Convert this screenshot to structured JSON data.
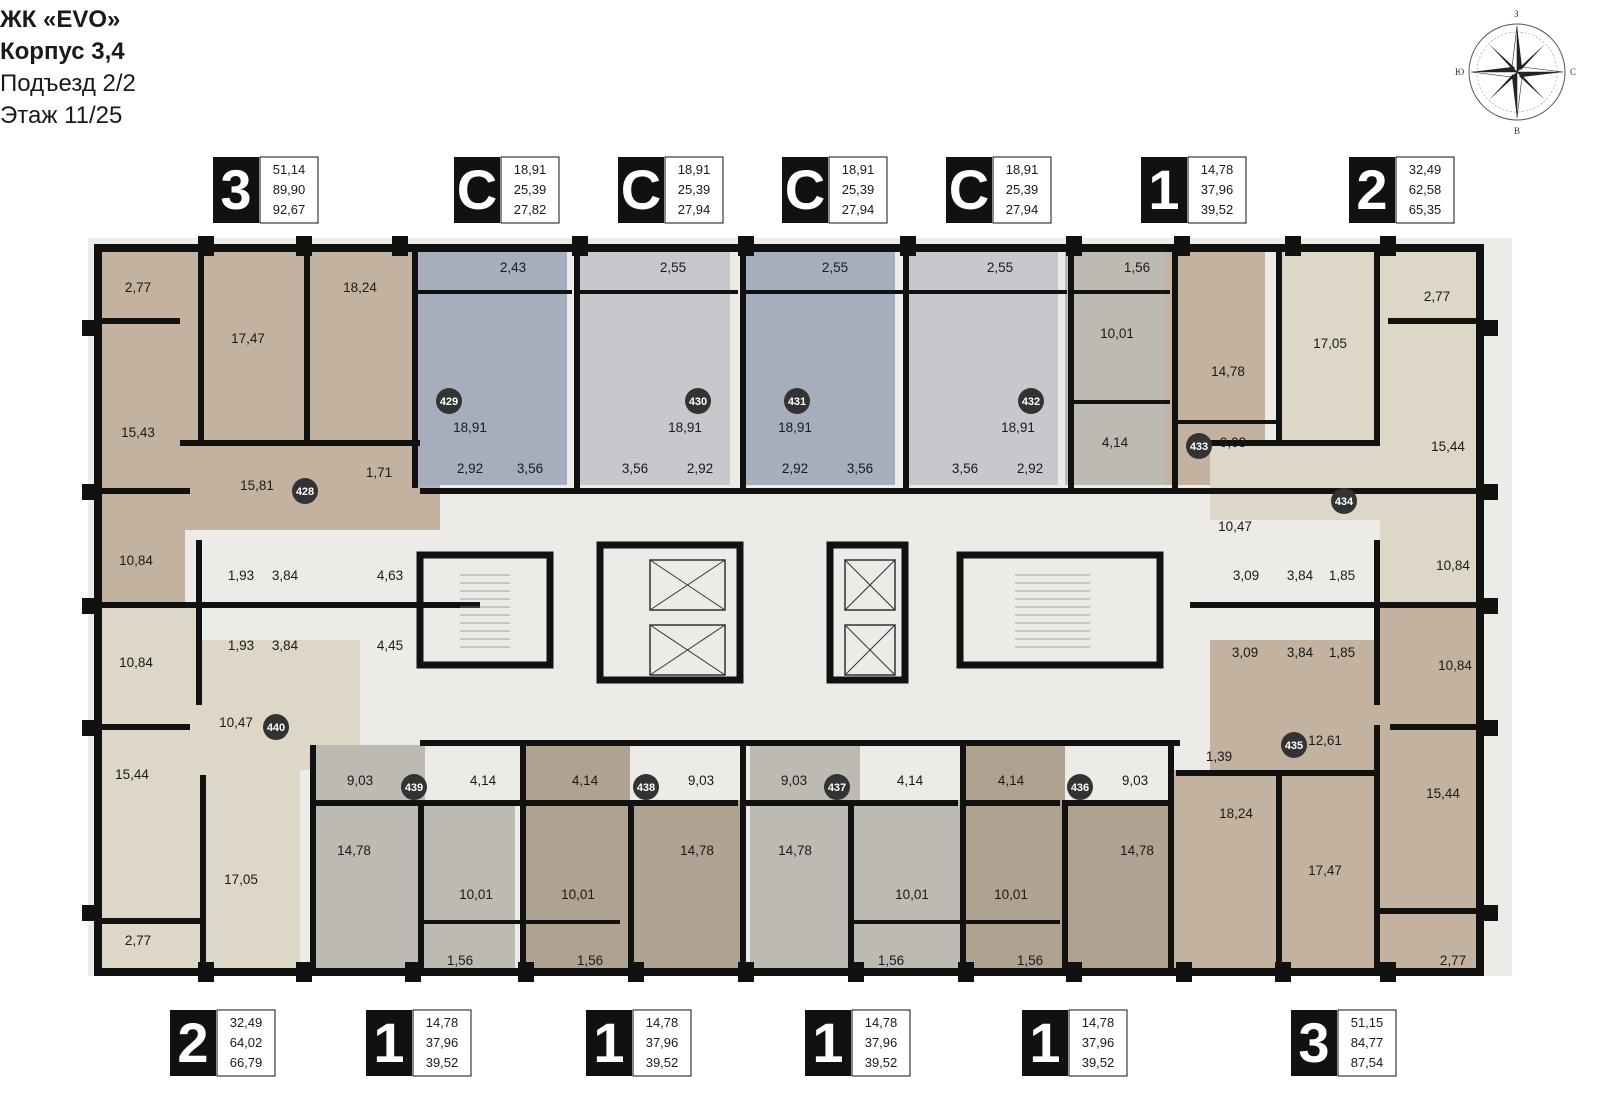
{
  "header": {
    "complex": "ЖК «EVO»",
    "building": "Корпус 3,4",
    "entrance": "Подъезд 2/2",
    "floor": "Этаж 11/25"
  },
  "compass": {
    "n": "З",
    "e": "С",
    "s": "В",
    "w": "Ю"
  },
  "colors": {
    "wall": "#111111",
    "studio_blue": "#a6adbd",
    "studio_light": "#c7c8cc",
    "brown": "#c2b29f",
    "brown_dark": "#b0a290",
    "grey_light": "#bdbab4",
    "beige": "#dcd7c6",
    "badge": "#333333"
  },
  "top_tags": [
    {
      "rooms": "3",
      "a": "51,14",
      "b": "89,90",
      "c": "92,67"
    },
    {
      "rooms": "С",
      "a": "18,91",
      "b": "25,39",
      "c": "27,82"
    },
    {
      "rooms": "С",
      "a": "18,91",
      "b": "25,39",
      "c": "27,94"
    },
    {
      "rooms": "С",
      "a": "18,91",
      "b": "25,39",
      "c": "27,94"
    },
    {
      "rooms": "С",
      "a": "18,91",
      "b": "25,39",
      "c": "27,94"
    },
    {
      "rooms": "1",
      "a": "14,78",
      "b": "37,96",
      "c": "39,52"
    },
    {
      "rooms": "2",
      "a": "32,49",
      "b": "62,58",
      "c": "65,35"
    }
  ],
  "bottom_tags": [
    {
      "rooms": "2",
      "a": "32,49",
      "b": "64,02",
      "c": "66,79"
    },
    {
      "rooms": "1",
      "a": "14,78",
      "b": "37,96",
      "c": "39,52"
    },
    {
      "rooms": "1",
      "a": "14,78",
      "b": "37,96",
      "c": "39,52"
    },
    {
      "rooms": "1",
      "a": "14,78",
      "b": "37,96",
      "c": "39,52"
    },
    {
      "rooms": "1",
      "a": "14,78",
      "b": "37,96",
      "c": "39,52"
    },
    {
      "rooms": "3",
      "a": "51,15",
      "b": "84,77",
      "c": "87,54"
    }
  ],
  "apartments": [
    "428",
    "429",
    "430",
    "431",
    "432",
    "433",
    "434",
    "435",
    "436",
    "437",
    "438",
    "439",
    "440"
  ],
  "room_labels": [
    "2,77",
    "18,24",
    "17,47",
    "15,43",
    "15,81",
    "1,71",
    "10,84",
    "1,93",
    "3,84",
    "4,63",
    "1,93",
    "3,84",
    "4,45",
    "10,84",
    "10,47",
    "15,44",
    "17,05",
    "2,77",
    "2,43",
    "18,91",
    "2,92",
    "3,56",
    "2,55",
    "18,91",
    "3,56",
    "2,92",
    "2,55",
    "18,91",
    "2,92",
    "3,56",
    "2,55",
    "18,91",
    "3,56",
    "2,92",
    "1,56",
    "10,01",
    "14,78",
    "4,14",
    "9,03",
    "17,05",
    "2,77",
    "15,44",
    "10,47",
    "10,84",
    "3,09",
    "3,84",
    "1,85",
    "3,09",
    "3,84",
    "1,85",
    "10,84",
    "12,61",
    "1,39",
    "18,24",
    "15,44",
    "17,47",
    "2,77",
    "9,03",
    "4,14",
    "14,78",
    "10,01",
    "1,56",
    "4,14",
    "9,03",
    "10,01",
    "14,78",
    "1,56",
    "9,03",
    "4,14",
    "14,78",
    "10,01",
    "1,56",
    "4,14",
    "9,03",
    "10,01",
    "14,78",
    "1,56"
  ]
}
